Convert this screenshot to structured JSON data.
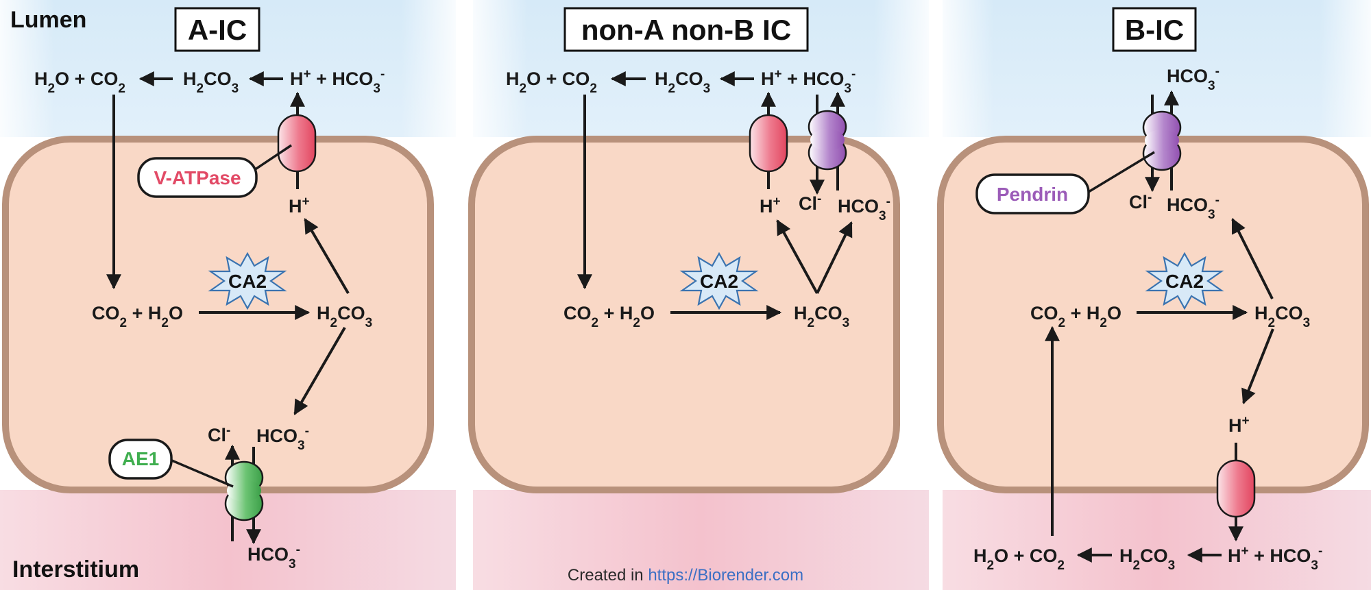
{
  "labels": {
    "lumen": "Lumen",
    "interstitium": "Interstitium"
  },
  "cells": {
    "a_ic": {
      "title": "A-IC",
      "lumen_eq": {
        "h2o_co2": "H2O + CO2",
        "h2co3": "H2CO3",
        "h_hco3": "H+ + HCO3-"
      },
      "inner": {
        "h": "H+",
        "co2_h2o": "CO2 + H2O",
        "h2co3": "H2CO3",
        "cl": "Cl-",
        "hco3": "HCO3-"
      },
      "basal": {
        "hco3": "HCO3-"
      },
      "enzyme": "CA2",
      "transporters": {
        "apical": "V-ATPase",
        "basal": "AE1"
      }
    },
    "non_ab_ic": {
      "title": "non-A non-B IC",
      "lumen_eq": {
        "h2o_co2": "H2O + CO2",
        "h2co3": "H2CO3",
        "h_hco3": "H+ + HCO3-"
      },
      "inner": {
        "h": "H+",
        "cl": "Cl-",
        "hco3": "HCO3-",
        "co2_h2o": "CO2 + H2O",
        "h2co3": "H2CO3"
      },
      "enzyme": "CA2"
    },
    "b_ic": {
      "title": "B-IC",
      "lumen": {
        "hco3": "HCO3-"
      },
      "inner": {
        "cl": "Cl-",
        "hco3": "HCO3-",
        "co2_h2o": "CO2 + H2O",
        "h2co3": "H2CO3",
        "h": "H+"
      },
      "basal_eq": {
        "h2o_co2": "H2O + CO2",
        "h2co3": "H2CO3",
        "h_hco3": "H+ + HCO3-"
      },
      "enzyme": "CA2",
      "transporters": {
        "apical": "Pendrin"
      }
    }
  },
  "credit": {
    "prefix": "Created in",
    "link": "https://Biorender.com"
  },
  "colors": {
    "lumen": "#d6eaf8",
    "interstitium": "#f5c8d2",
    "cell_fill": "#f9d8c6",
    "cell_border": "#b8917b",
    "v_atpase": "#e8506a",
    "pendrin": "#9b5cb8",
    "ae1": "#3fae4f",
    "ca2_fill": "#d8e9f7",
    "ca2_stroke": "#3a73b0"
  }
}
